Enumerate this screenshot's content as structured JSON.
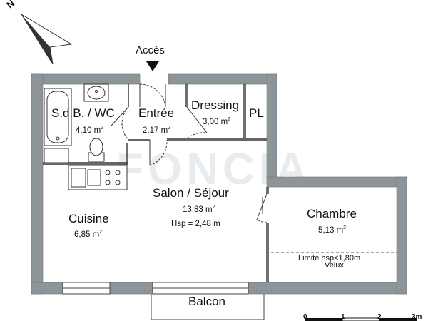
{
  "compass": {
    "north_letter": "N"
  },
  "entrance": {
    "label": "Accès"
  },
  "rooms": [
    {
      "id": "sdb",
      "name": "S.d.B. / WC",
      "area": "4,10 m",
      "unit_sup": "2"
    },
    {
      "id": "entree",
      "name": "Entrée",
      "area": "2,17 m",
      "unit_sup": "2"
    },
    {
      "id": "dressing",
      "name": "Dressing",
      "area": "3,00 m",
      "unit_sup": "2"
    },
    {
      "id": "pl",
      "name": "PL"
    },
    {
      "id": "salon",
      "name": "Salon / Séjour",
      "area": "13,83 m",
      "unit_sup": "2",
      "height": "Hsp = 2,48 m"
    },
    {
      "id": "cuisine",
      "name": "Cuisine",
      "area": "6,85 m",
      "unit_sup": "2"
    },
    {
      "id": "chambre",
      "name": "Chambre",
      "area": "5,13 m",
      "unit_sup": "2"
    },
    {
      "id": "balcon",
      "name": "Balcon"
    }
  ],
  "chambre_notes": {
    "limit": "Limite hsp<1,80m",
    "velux": "Velux"
  },
  "scale": {
    "ticks": [
      "0",
      "1",
      "2",
      "3m"
    ]
  },
  "watermark": "FONCIA",
  "colors": {
    "wall": "#8e9598",
    "wall_edge": "#6f7679",
    "line": "#333333"
  }
}
